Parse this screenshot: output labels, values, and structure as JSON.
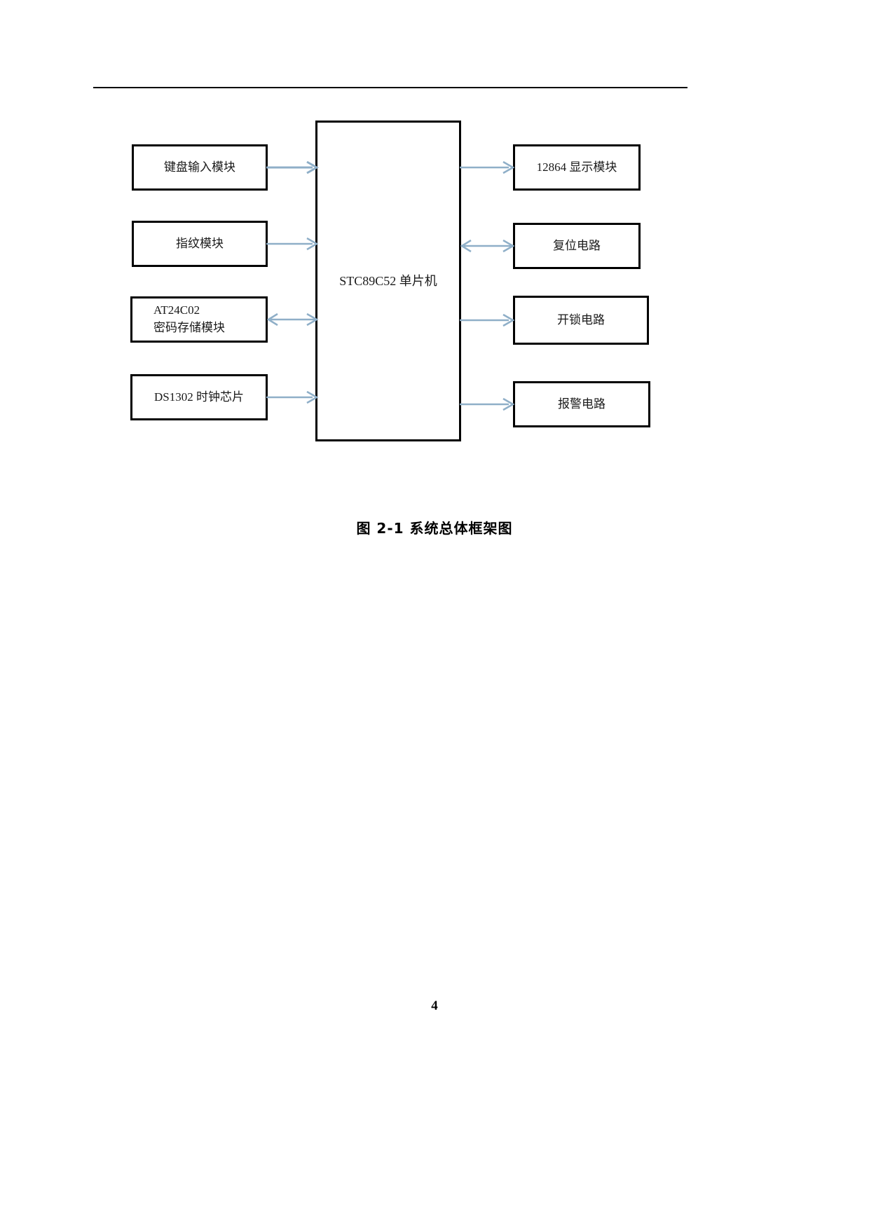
{
  "document": {
    "page_number": "4",
    "figure_caption": "图 2-1  系统总体框架图"
  },
  "colors": {
    "node_border": "#000000",
    "node_fill": "#ffffff",
    "arrow": "#8FAFC8",
    "text": "#1a1a1a",
    "header_rule": "#000000"
  },
  "diagram": {
    "type": "block-diagram",
    "title": "图 2-1  系统总体框架图",
    "center": {
      "id": "mcu",
      "label": "STC89C52 单片机"
    },
    "left_nodes": [
      {
        "id": "keypad",
        "lines": [
          "键盘输入模块"
        ],
        "arrow": "to-mcu",
        "arrow_symbol": "→"
      },
      {
        "id": "fingerprint",
        "lines": [
          "指纹模块"
        ],
        "arrow": "to-mcu",
        "arrow_symbol": "→"
      },
      {
        "id": "eeprom",
        "lines": [
          "AT24C02",
          "密码存储模块"
        ],
        "arrow": "bidirectional",
        "arrow_symbol": "↔"
      },
      {
        "id": "rtc",
        "lines": [
          "DS1302 时钟芯片"
        ],
        "arrow": "to-mcu",
        "arrow_symbol": "→"
      }
    ],
    "right_nodes": [
      {
        "id": "display",
        "lines": [
          "12864 显示模块"
        ],
        "arrow": "from-mcu",
        "arrow_symbol": "→"
      },
      {
        "id": "reset",
        "lines": [
          "复位电路"
        ],
        "arrow": "bidirectional",
        "arrow_symbol": "↔"
      },
      {
        "id": "unlock",
        "lines": [
          "开锁电路"
        ],
        "arrow": "from-mcu",
        "arrow_symbol": "→"
      },
      {
        "id": "alarm",
        "lines": [
          "报警电路"
        ],
        "arrow": "from-mcu",
        "arrow_symbol": "→"
      }
    ]
  }
}
